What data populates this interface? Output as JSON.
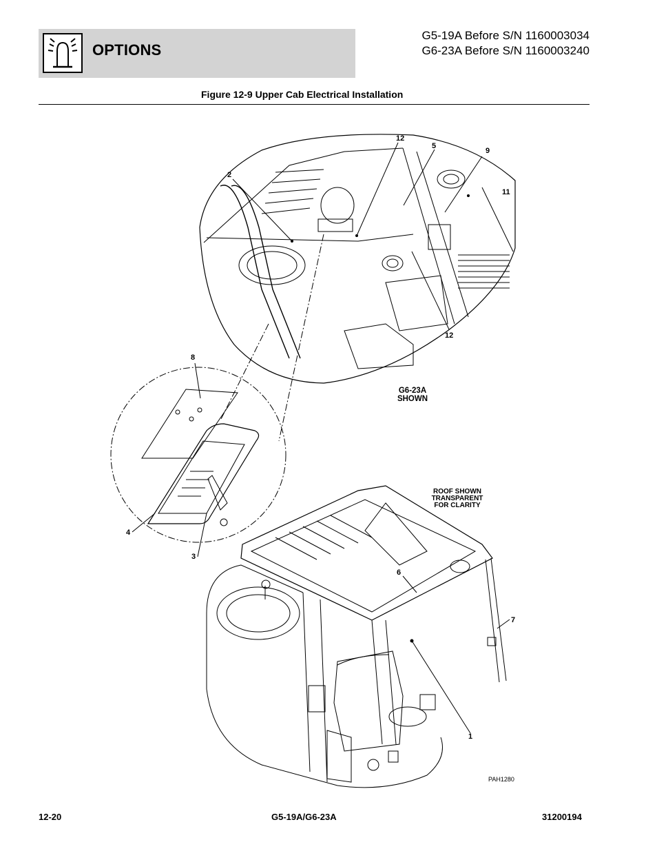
{
  "header": {
    "section_title": "OPTIONS",
    "model_line_1": "G5-19A Before S/N 1160003034",
    "model_line_2": "G6-23A Before S/N 1160003240",
    "icon": "beacon-light-icon"
  },
  "figure": {
    "caption": "Figure 12-9 Upper Cab Electrical Installation",
    "drawing_id": "PAH1280",
    "notes": {
      "model_shown_line_1": "G6-23A",
      "model_shown_line_2": "SHOWN",
      "roof_line_1": "ROOF SHOWN",
      "roof_line_2": "TRANSPARENT",
      "roof_line_3": "FOR CLARITY"
    },
    "callouts": {
      "c12_top": "12",
      "c5": "5",
      "c9": "9",
      "c2": "2",
      "c11": "11",
      "c12_bottom": "12",
      "c8": "8",
      "c4": "4",
      "c3": "3",
      "c6": "6",
      "c7": "7",
      "c1": "1"
    }
  },
  "footer": {
    "page_number": "12-20",
    "model": "G5-19A/G6-23A",
    "doc_number": "31200194"
  }
}
